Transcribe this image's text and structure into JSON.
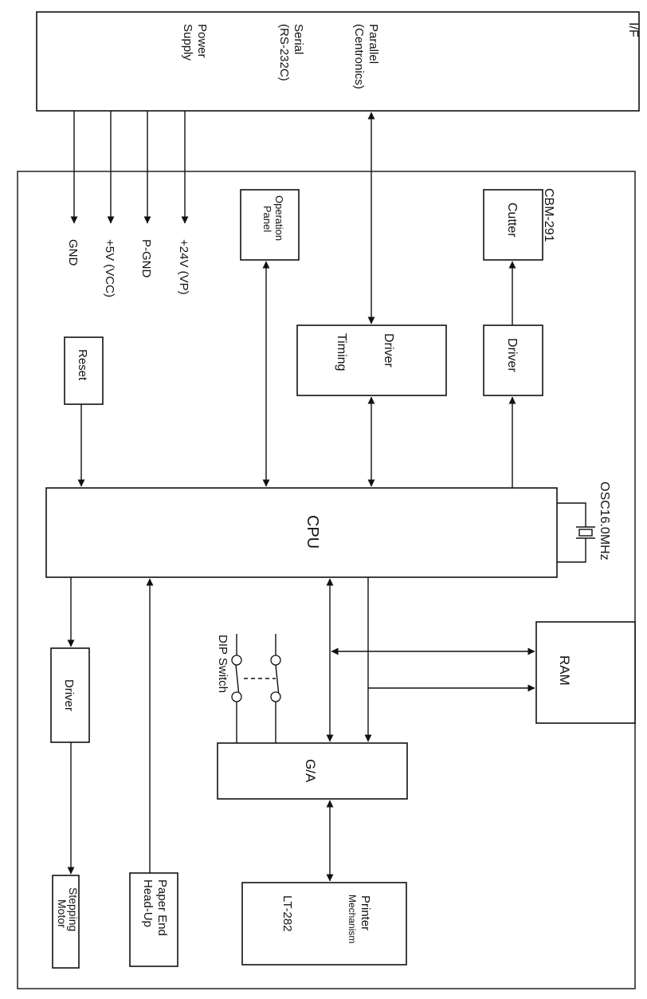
{
  "interface_block": {
    "title": "I/F",
    "parallel": [
      "Parallel",
      "(Centronics)"
    ],
    "serial": [
      "Serial",
      "(RS-232C)"
    ],
    "power": [
      "Power",
      "Supply"
    ]
  },
  "power_rails": [
    "GND",
    "+5V (VCC)",
    "P-GND",
    "+24V (VP)"
  ],
  "board_label": "CBM-291",
  "blocks": {
    "operation_panel": [
      "Operation",
      "Panel"
    ],
    "driver_timing": [
      "Driver",
      "Timing"
    ],
    "cutter_driver": "Driver",
    "cutter": "Cutter",
    "reset": "Reset",
    "cpu": "CPU",
    "oscillator": "OSC16.0MHz",
    "ram": "RAM",
    "dip_switch": "DIP Switch",
    "gate_array": "G/A",
    "motor_driver": "Driver",
    "stepping_motor": [
      "Stepping",
      "Motor"
    ],
    "paper_sensor": [
      "Paper End",
      "Head-Up"
    ],
    "printer_mechanism": [
      "Printer",
      "Mechanism"
    ],
    "printer_model": "LT-282"
  }
}
